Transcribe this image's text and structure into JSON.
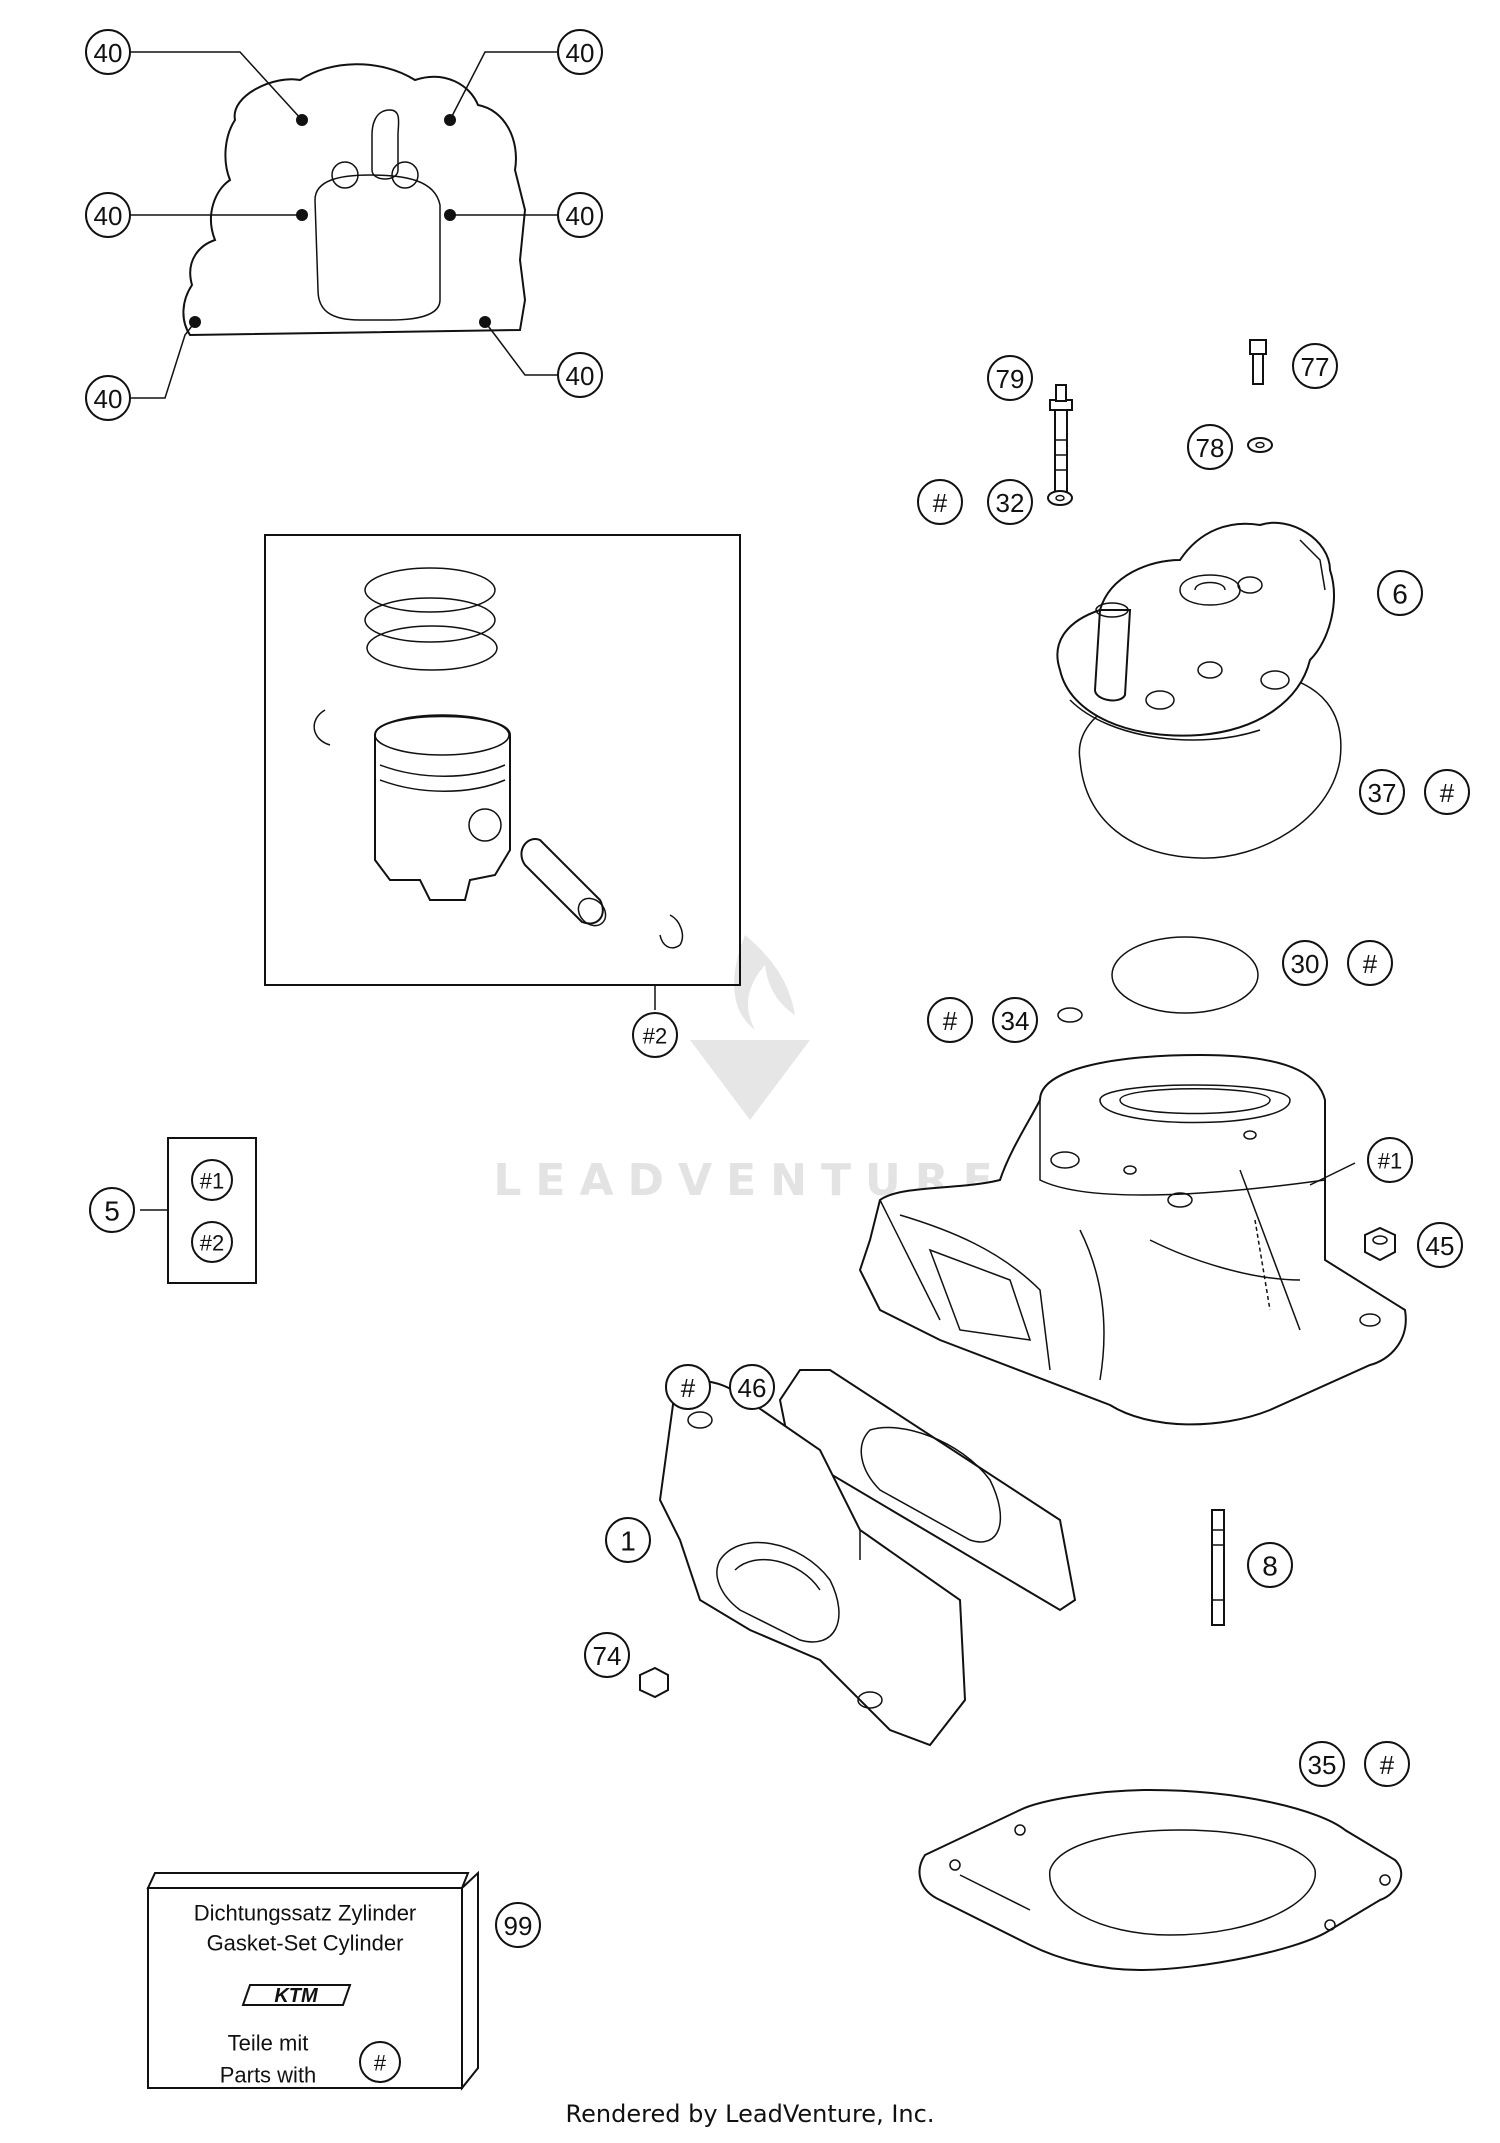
{
  "callouts": {
    "c40a": "40",
    "c40b": "40",
    "c40c": "40",
    "c40d": "40",
    "c40e": "40",
    "c40f": "40",
    "c79": "79",
    "c77": "77",
    "c78": "78",
    "c32": "32",
    "c32h": "#",
    "c6": "6",
    "c37": "37",
    "c37h": "#",
    "c30": "30",
    "c30h": "#",
    "c34": "34",
    "c34h": "#",
    "c2": "#2",
    "c5": "5",
    "c5a": "#1",
    "c5b": "#2",
    "c1cyl": "#1",
    "c45": "45",
    "c46": "46",
    "c46h": "#",
    "c1": "1",
    "c8": "8",
    "c74": "74",
    "c35": "35",
    "c35h": "#",
    "c99": "99"
  },
  "gasket_set_box": {
    "line1": "Dichtungssatz Zylinder",
    "line2": "Gasket-Set Cylinder",
    "line3": "Teile mit",
    "line4": "Parts with",
    "marker": "#",
    "logo": "KTM"
  },
  "watermark": "LEADVENTURE",
  "footer": "Rendered by LeadVenture, Inc."
}
